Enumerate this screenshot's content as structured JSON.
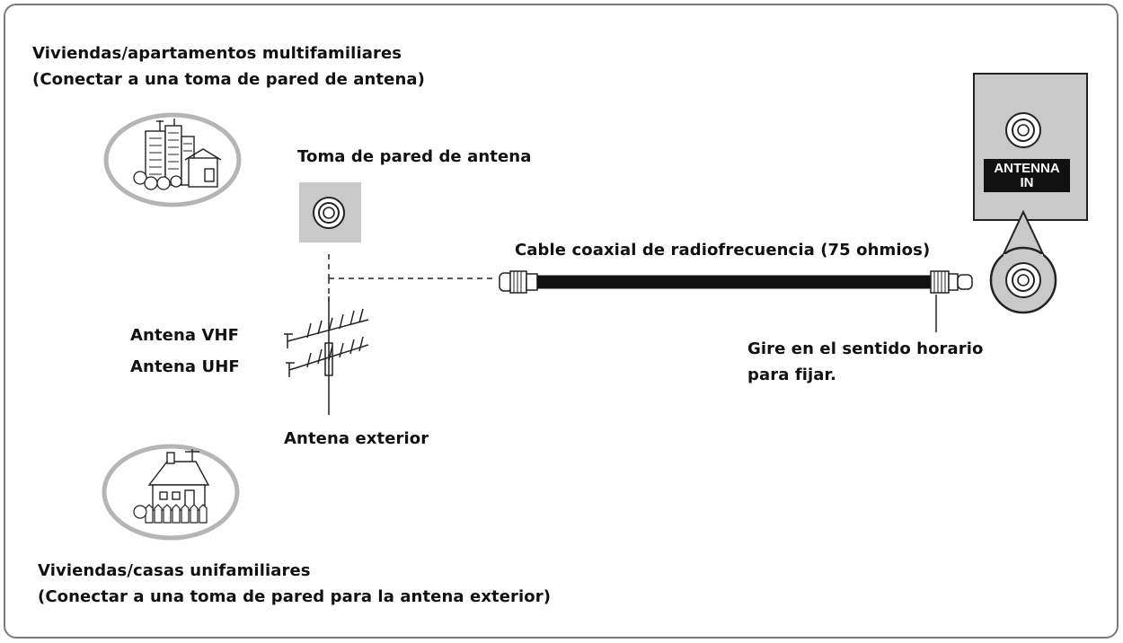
{
  "labels": {
    "multi_title": "Viviendas/apartamentos multifamiliares",
    "multi_sub": "(Conectar a una toma de pared de antena)",
    "wall_outlet": "Toma de pared de antena",
    "cable": "Cable coaxial de radiofrecuencia (75 ohmios)",
    "vhf": "Antena VHF",
    "uhf": "Antena UHF",
    "outdoor": "Antena exterior",
    "turn_line1": "Gire en el sentido horario",
    "turn_line2": "para fijar.",
    "single_title": "Viviendas/casas unifamiliares",
    "single_sub": "(Conectar a una toma de pared para la antena exterior)"
  },
  "tv_jack": {
    "line1": "ANTENNA",
    "line2": "IN"
  },
  "icons": {
    "apartment": "apartment-buildings-icon",
    "house": "house-icon",
    "wall_jack": "coaxial-jack-icon",
    "outdoor_antenna": "tv-antenna-icon",
    "cable": "coaxial-cable-icon"
  },
  "colors": {
    "frame": "#7a7a7a",
    "panel_gray": "#c9c9c9",
    "badge_black": "#111111"
  }
}
